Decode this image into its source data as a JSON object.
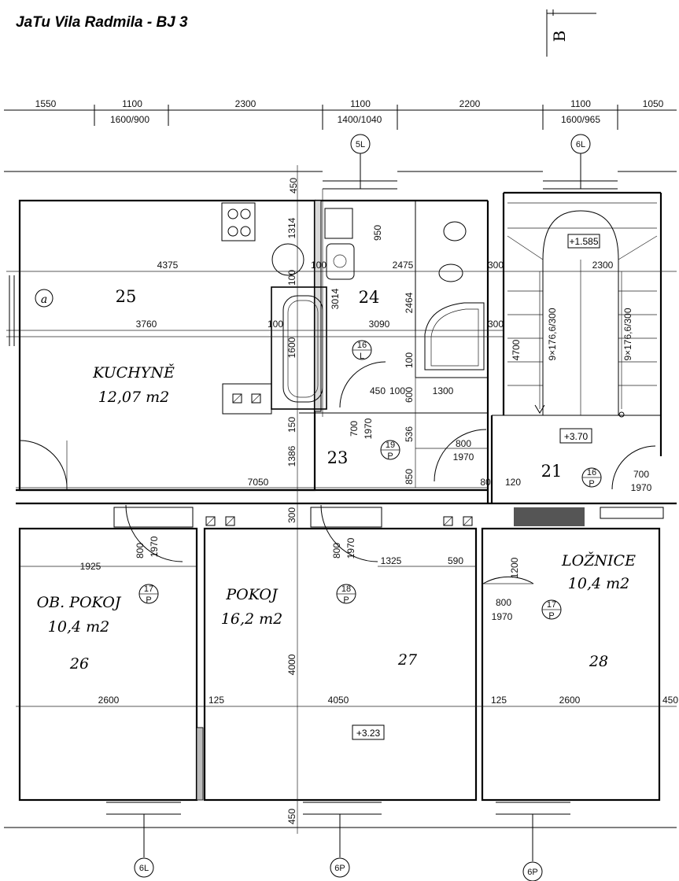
{
  "title": "JaTu Vila Radmila - BJ 3",
  "section_marker": "B",
  "top_dimensions": [
    "1550",
    "1100",
    "2300",
    "1100",
    "2200",
    "1100",
    "1050"
  ],
  "window_sizes": [
    "1600/900",
    "1400/1040",
    "1600/965"
  ],
  "axes": [
    "5L",
    "6L",
    "6L",
    "6P",
    "6P"
  ],
  "rooms": {
    "kitchen": {
      "name": "KUCHYNĚ",
      "area": "12,07 m2",
      "number": "25"
    },
    "bath": {
      "number": "24"
    },
    "hall": {
      "number": "23"
    },
    "stair": {
      "number": "21",
      "level": "+3.70",
      "top_level": "+1.585"
    },
    "obpokoj": {
      "name": "OB. POKOJ",
      "area": "10,4 m2",
      "number": "26"
    },
    "pokoj": {
      "name": "POKOJ",
      "area": "16,2 m2",
      "number": "27"
    },
    "loznice": {
      "name": "LOŽNICE",
      "area": "10,4 m2",
      "number": "28"
    },
    "level_mid": "+3.23"
  },
  "dims": {
    "d4375": "4375",
    "d3760": "3760",
    "d7050": "7050",
    "d2475": "2475",
    "d3090": "3090",
    "d2300": "2300",
    "d300a": "300",
    "d300b": "300",
    "d100a": "100",
    "d100b": "100",
    "d100c": "100",
    "d450": "450",
    "d450b": "450",
    "d1314": "1314",
    "d950": "950",
    "d3014": "3014",
    "d2464": "2464",
    "d1300": "1300",
    "d450s": "450",
    "d100s": "100",
    "d600": "600",
    "d150": "150",
    "d1386": "1386",
    "d536": "536",
    "d850": "850",
    "d700": "700",
    "d1970a": "1970",
    "d800a": "800",
    "d1970b": "1970",
    "d80": "80",
    "d120": "120",
    "d700b": "700",
    "d1970c": "1970",
    "d4700": "4700",
    "d917": "9×176,6/300",
    "d917b": "9×176,6/300",
    "d1925": "1925",
    "d800b": "800",
    "d1970d": "1970",
    "d800c": "800",
    "d1970e": "1970",
    "d1325": "1325",
    "d590": "590",
    "d1200": "1200",
    "d800d": "800",
    "d1970f": "1970",
    "d2600": "2600",
    "d125": "125",
    "d4050": "4050",
    "d125b": "125",
    "d2600b": "2600",
    "d450r": "450",
    "d4000": "4000",
    "d1600": "1600",
    "d300c": "300"
  },
  "doors": {
    "d16a": "16",
    "d16b": "16",
    "d19": "19",
    "d17a": "17",
    "d18": "18",
    "d17b": "17",
    "p": "P",
    "l": "L"
  },
  "symbol_a": "a"
}
